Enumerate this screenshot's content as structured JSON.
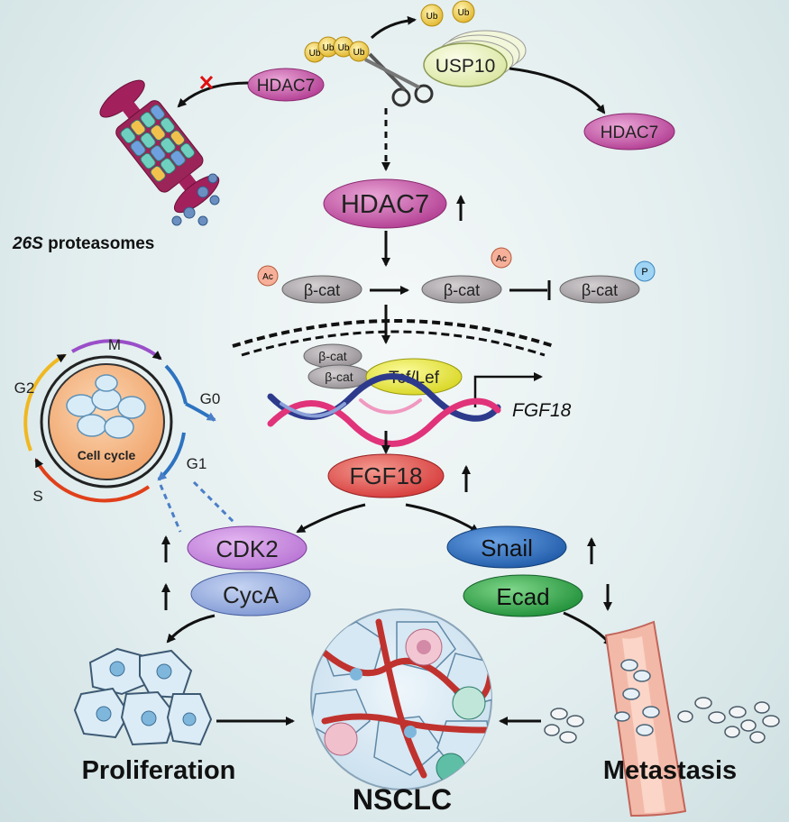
{
  "ub_labels": {
    "ub": "Ub"
  },
  "usp10": "USP10",
  "hdac7": "HDAC7",
  "proteasome_label": {
    "italic": "26S",
    "rest": " proteasomes"
  },
  "beta_cat": "β-cat",
  "ac": "Ac",
  "p": "P",
  "tcf_lef": "Tcf/Lef",
  "fgf18_gene": "FGF18",
  "fgf18": "FGF18",
  "cell_cycle": {
    "label": "Cell cycle",
    "phases": {
      "m": "M",
      "g2": "G2",
      "g0": "G0",
      "g1": "G1",
      "s": "S"
    }
  },
  "cdk2": "CDK2",
  "cyca": "CycA",
  "snail": "Snail",
  "ecad": "Ecad",
  "outcomes": {
    "proliferation": "Proliferation",
    "nsclc": "NSCLC",
    "metastasis": "Metastasis"
  },
  "colors": {
    "hdac7": "#c24aa0",
    "usp10": "#e8f0b0",
    "beta_cat": "#a8a4a6",
    "tcf_lef": "#eaea3a",
    "fgf18": "#e04848",
    "cdk2": "#c67fdc",
    "cyca": "#8fa6dc",
    "snail": "#2f6fbf",
    "ecad": "#2ea84a"
  }
}
